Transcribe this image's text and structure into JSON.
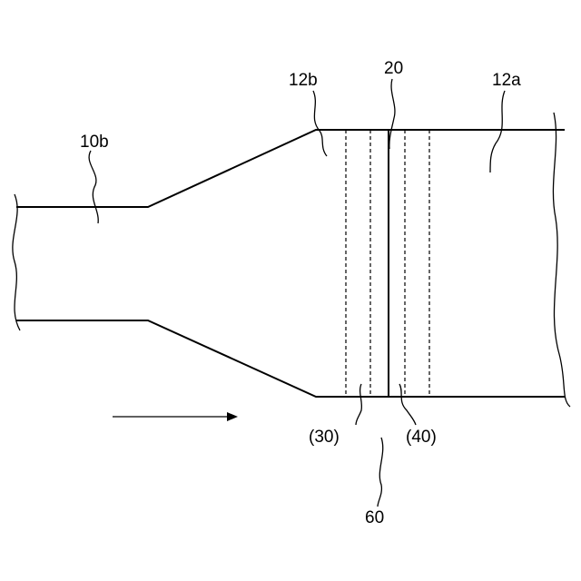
{
  "labels": {
    "pipe_small": "10b",
    "cone": "12b",
    "pipe_large": "12a",
    "center_plate": "20",
    "upstream_zone": "(30)",
    "downstream_zone": "(40)",
    "assembly": "60"
  },
  "flow_direction": "left-to-right"
}
